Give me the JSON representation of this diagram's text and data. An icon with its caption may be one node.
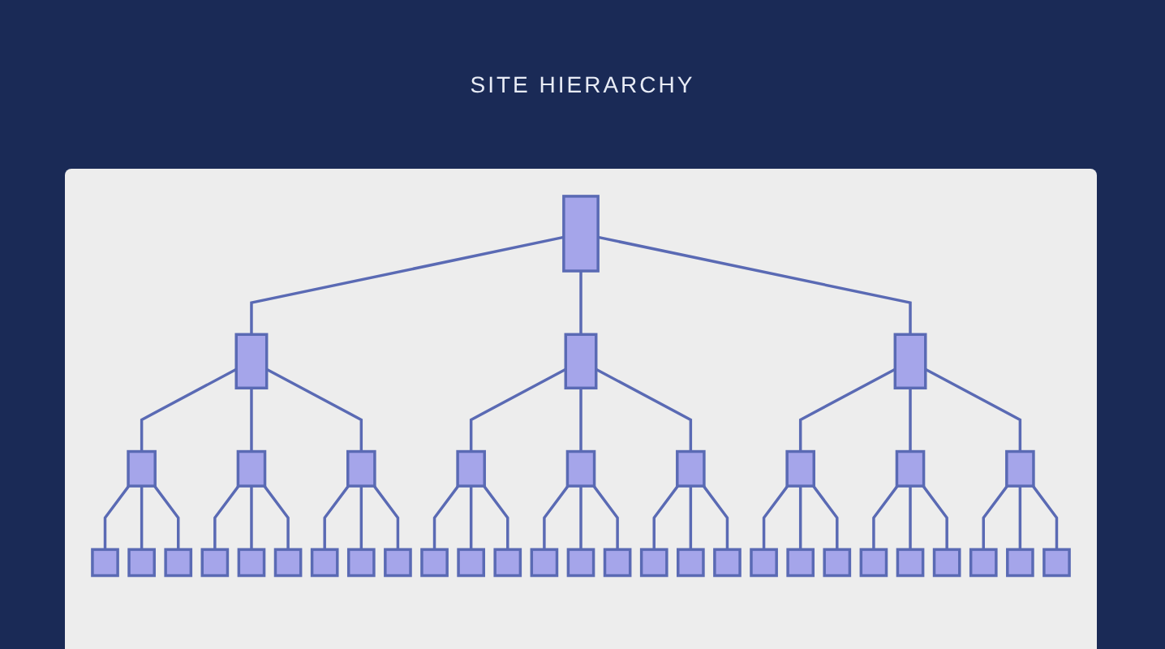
{
  "diagram": {
    "title": "SITE HIERARCHY",
    "nodes": [
      {
        "text": [],
        "shape": "box"
      },
      {
        "text": [],
        "shape": "box"
      },
      {
        "text": [],
        "shape": "box"
      },
      {
        "text": [],
        "shape": "box"
      },
      {
        "text": [],
        "shape": "box"
      },
      {
        "text": [],
        "shape": "box"
      },
      {
        "text": [],
        "shape": "box"
      },
      {
        "text": [],
        "shape": "box"
      },
      {
        "text": [],
        "shape": "box"
      },
      {
        "text": [],
        "shape": "box"
      },
      {
        "text": [],
        "shape": "box"
      },
      {
        "text": [],
        "shape": "box"
      },
      {
        "text": [],
        "shape": "box"
      },
      {
        "text": [],
        "shape": "box"
      },
      {
        "text": [],
        "shape": "box"
      },
      {
        "text": [],
        "shape": "box"
      },
      {
        "text": [],
        "shape": "box"
      },
      {
        "text": [],
        "shape": "box"
      },
      {
        "text": [],
        "shape": "box"
      },
      {
        "text": [],
        "shape": "box"
      },
      {
        "text": [],
        "shape": "box"
      },
      {
        "text": [],
        "shape": "box"
      },
      {
        "text": [],
        "shape": "box"
      },
      {
        "text": [],
        "shape": "box"
      },
      {
        "text": [],
        "shape": "box"
      },
      {
        "text": [],
        "shape": "box"
      },
      {
        "text": [],
        "shape": "box"
      },
      {
        "text": [],
        "shape": "box"
      },
      {
        "text": [],
        "shape": "box"
      },
      {
        "text": [],
        "shape": "box"
      },
      {
        "text": [],
        "shape": "box"
      },
      {
        "text": [],
        "shape": "box"
      },
      {
        "text": [],
        "shape": "box"
      },
      {
        "text": [],
        "shape": "box"
      },
      {
        "text": [],
        "shape": "box"
      },
      {
        "text": [],
        "shape": "box"
      },
      {
        "text": [],
        "shape": "box"
      },
      {
        "text": [],
        "shape": "box"
      },
      {
        "text": [],
        "shape": "box"
      },
      {
        "text": [],
        "shape": "box"
      }
    ],
    "edges": [
      {
        "from": 0,
        "to": 1,
        "arrow": "none"
      },
      {
        "from": 0,
        "to": 2,
        "arrow": "none"
      },
      {
        "from": 0,
        "to": 3,
        "arrow": "none"
      },
      {
        "from": 1,
        "to": 4,
        "arrow": "none"
      },
      {
        "from": 1,
        "to": 5,
        "arrow": "none"
      },
      {
        "from": 1,
        "to": 6,
        "arrow": "none"
      },
      {
        "from": 2,
        "to": 7,
        "arrow": "none"
      },
      {
        "from": 2,
        "to": 8,
        "arrow": "none"
      },
      {
        "from": 2,
        "to": 9,
        "arrow": "none"
      },
      {
        "from": 3,
        "to": 10,
        "arrow": "none"
      },
      {
        "from": 3,
        "to": 11,
        "arrow": "none"
      },
      {
        "from": 3,
        "to": 12,
        "arrow": "none"
      },
      {
        "from": 4,
        "to": 13,
        "arrow": "none"
      },
      {
        "from": 4,
        "to": 14,
        "arrow": "none"
      },
      {
        "from": 4,
        "to": 15,
        "arrow": "none"
      },
      {
        "from": 5,
        "to": 16,
        "arrow": "none"
      },
      {
        "from": 5,
        "to": 17,
        "arrow": "none"
      },
      {
        "from": 5,
        "to": 18,
        "arrow": "none"
      },
      {
        "from": 6,
        "to": 19,
        "arrow": "none"
      },
      {
        "from": 6,
        "to": 20,
        "arrow": "none"
      },
      {
        "from": 6,
        "to": 21,
        "arrow": "none"
      },
      {
        "from": 7,
        "to": 22,
        "arrow": "none"
      },
      {
        "from": 7,
        "to": 23,
        "arrow": "none"
      },
      {
        "from": 7,
        "to": 24,
        "arrow": "none"
      },
      {
        "from": 8,
        "to": 25,
        "arrow": "none"
      },
      {
        "from": 8,
        "to": 26,
        "arrow": "none"
      },
      {
        "from": 8,
        "to": 27,
        "arrow": "none"
      },
      {
        "from": 9,
        "to": 28,
        "arrow": "none"
      },
      {
        "from": 9,
        "to": 29,
        "arrow": "none"
      },
      {
        "from": 9,
        "to": 30,
        "arrow": "none"
      },
      {
        "from": 10,
        "to": 31,
        "arrow": "none"
      },
      {
        "from": 10,
        "to": 32,
        "arrow": "none"
      },
      {
        "from": 10,
        "to": 33,
        "arrow": "none"
      },
      {
        "from": 11,
        "to": 34,
        "arrow": "none"
      },
      {
        "from": 11,
        "to": 35,
        "arrow": "none"
      },
      {
        "from": 11,
        "to": 36,
        "arrow": "none"
      },
      {
        "from": 12,
        "to": 37,
        "arrow": "none"
      },
      {
        "from": 12,
        "to": 38,
        "arrow": "none"
      },
      {
        "from": 12,
        "to": 39,
        "arrow": "none"
      }
    ]
  }
}
